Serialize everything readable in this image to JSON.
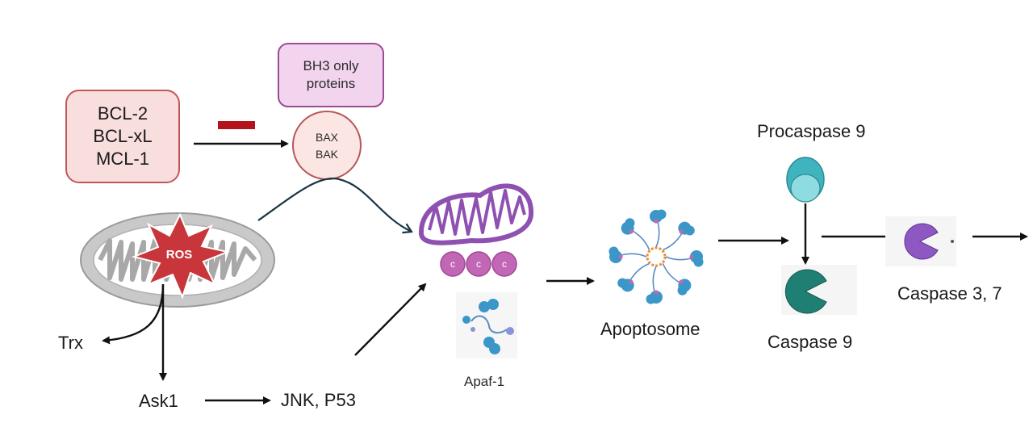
{
  "diagram": {
    "nodes": {
      "bcl_family": {
        "lines": [
          "BCL-2",
          "BCL-xL",
          "MCL-1"
        ]
      },
      "bh3_only": {
        "lines": [
          "BH3 only",
          "proteins"
        ]
      },
      "bax_bak": {
        "lines": [
          "BAX",
          "BAK"
        ]
      },
      "ros": {
        "label": "ROS"
      },
      "trx": {
        "label": "Trx"
      },
      "ask1": {
        "label": "Ask1"
      },
      "jnk_p53": {
        "label": "JNK, P53"
      },
      "cyt_c": {
        "labels": [
          "c",
          "c",
          "c"
        ]
      },
      "apaf1": {
        "label": "Apaf-1"
      },
      "apoptosome": {
        "label": "Apoptosome"
      },
      "procaspase9": {
        "label": "Procaspase 9"
      },
      "caspase9": {
        "label": "Caspase 9"
      },
      "caspase37": {
        "label": "Caspase 3, 7"
      }
    },
    "colors": {
      "inhibition_bar": "#b3141b",
      "bcl_fill": "#f9dede",
      "bcl_stroke": "#c0565a",
      "bh3_fill": "#f3d4ef",
      "bh3_stroke": "#9c4c93",
      "bax_fill": "#fbe6e3",
      "bax_stroke": "#b5575a",
      "ros_star": "#c8353b",
      "mito_gray": "#c9c9c9",
      "mito_purple": "#8e51b1",
      "cyt_c": "#c267b6",
      "apaf_blue": "#3b97c8",
      "procaspase": "#3fb4bf",
      "caspase9": "#1f7f73",
      "caspase37": "#8e58c2"
    },
    "icons": [
      "mitochondrion-ros",
      "mitochondrion-purple",
      "cytochrome-c",
      "apaf-1-monomer",
      "apoptosome",
      "procaspase-9",
      "caspase-9",
      "caspase-3-7"
    ]
  }
}
